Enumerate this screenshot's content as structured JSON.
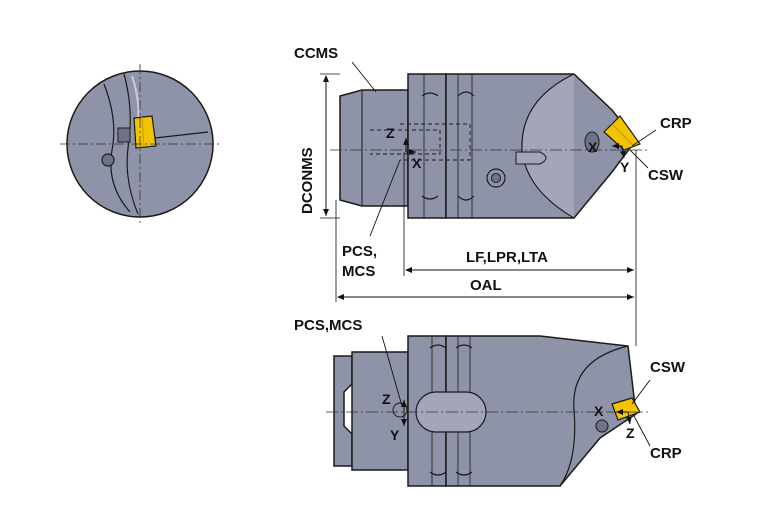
{
  "labels": {
    "ccms": "CCMS",
    "dconms": "DCONMS",
    "crp": "CRP",
    "csw": "CSW",
    "pcs_mcs": "PCS,\nMCS",
    "pcs_mcs_line1": "PCS,",
    "pcs_mcs_line2": "MCS",
    "lf_lpr_lta": "LF,LPR,LTA",
    "oal": "OAL",
    "pcs_mcs_bottom": "PCS,MCS",
    "csw_bottom": "CSW",
    "crp_bottom": "CRP",
    "axis_x": "X",
    "axis_y": "Y",
    "axis_z": "Z"
  },
  "colors": {
    "body_fill": "#8f93a8",
    "body_dark": "#6f7386",
    "body_light": "#b3b6c7",
    "insert": "#f2c400",
    "insert_dark": "#c79a00",
    "outline": "#1a1a1a",
    "centerline": "#333333"
  }
}
